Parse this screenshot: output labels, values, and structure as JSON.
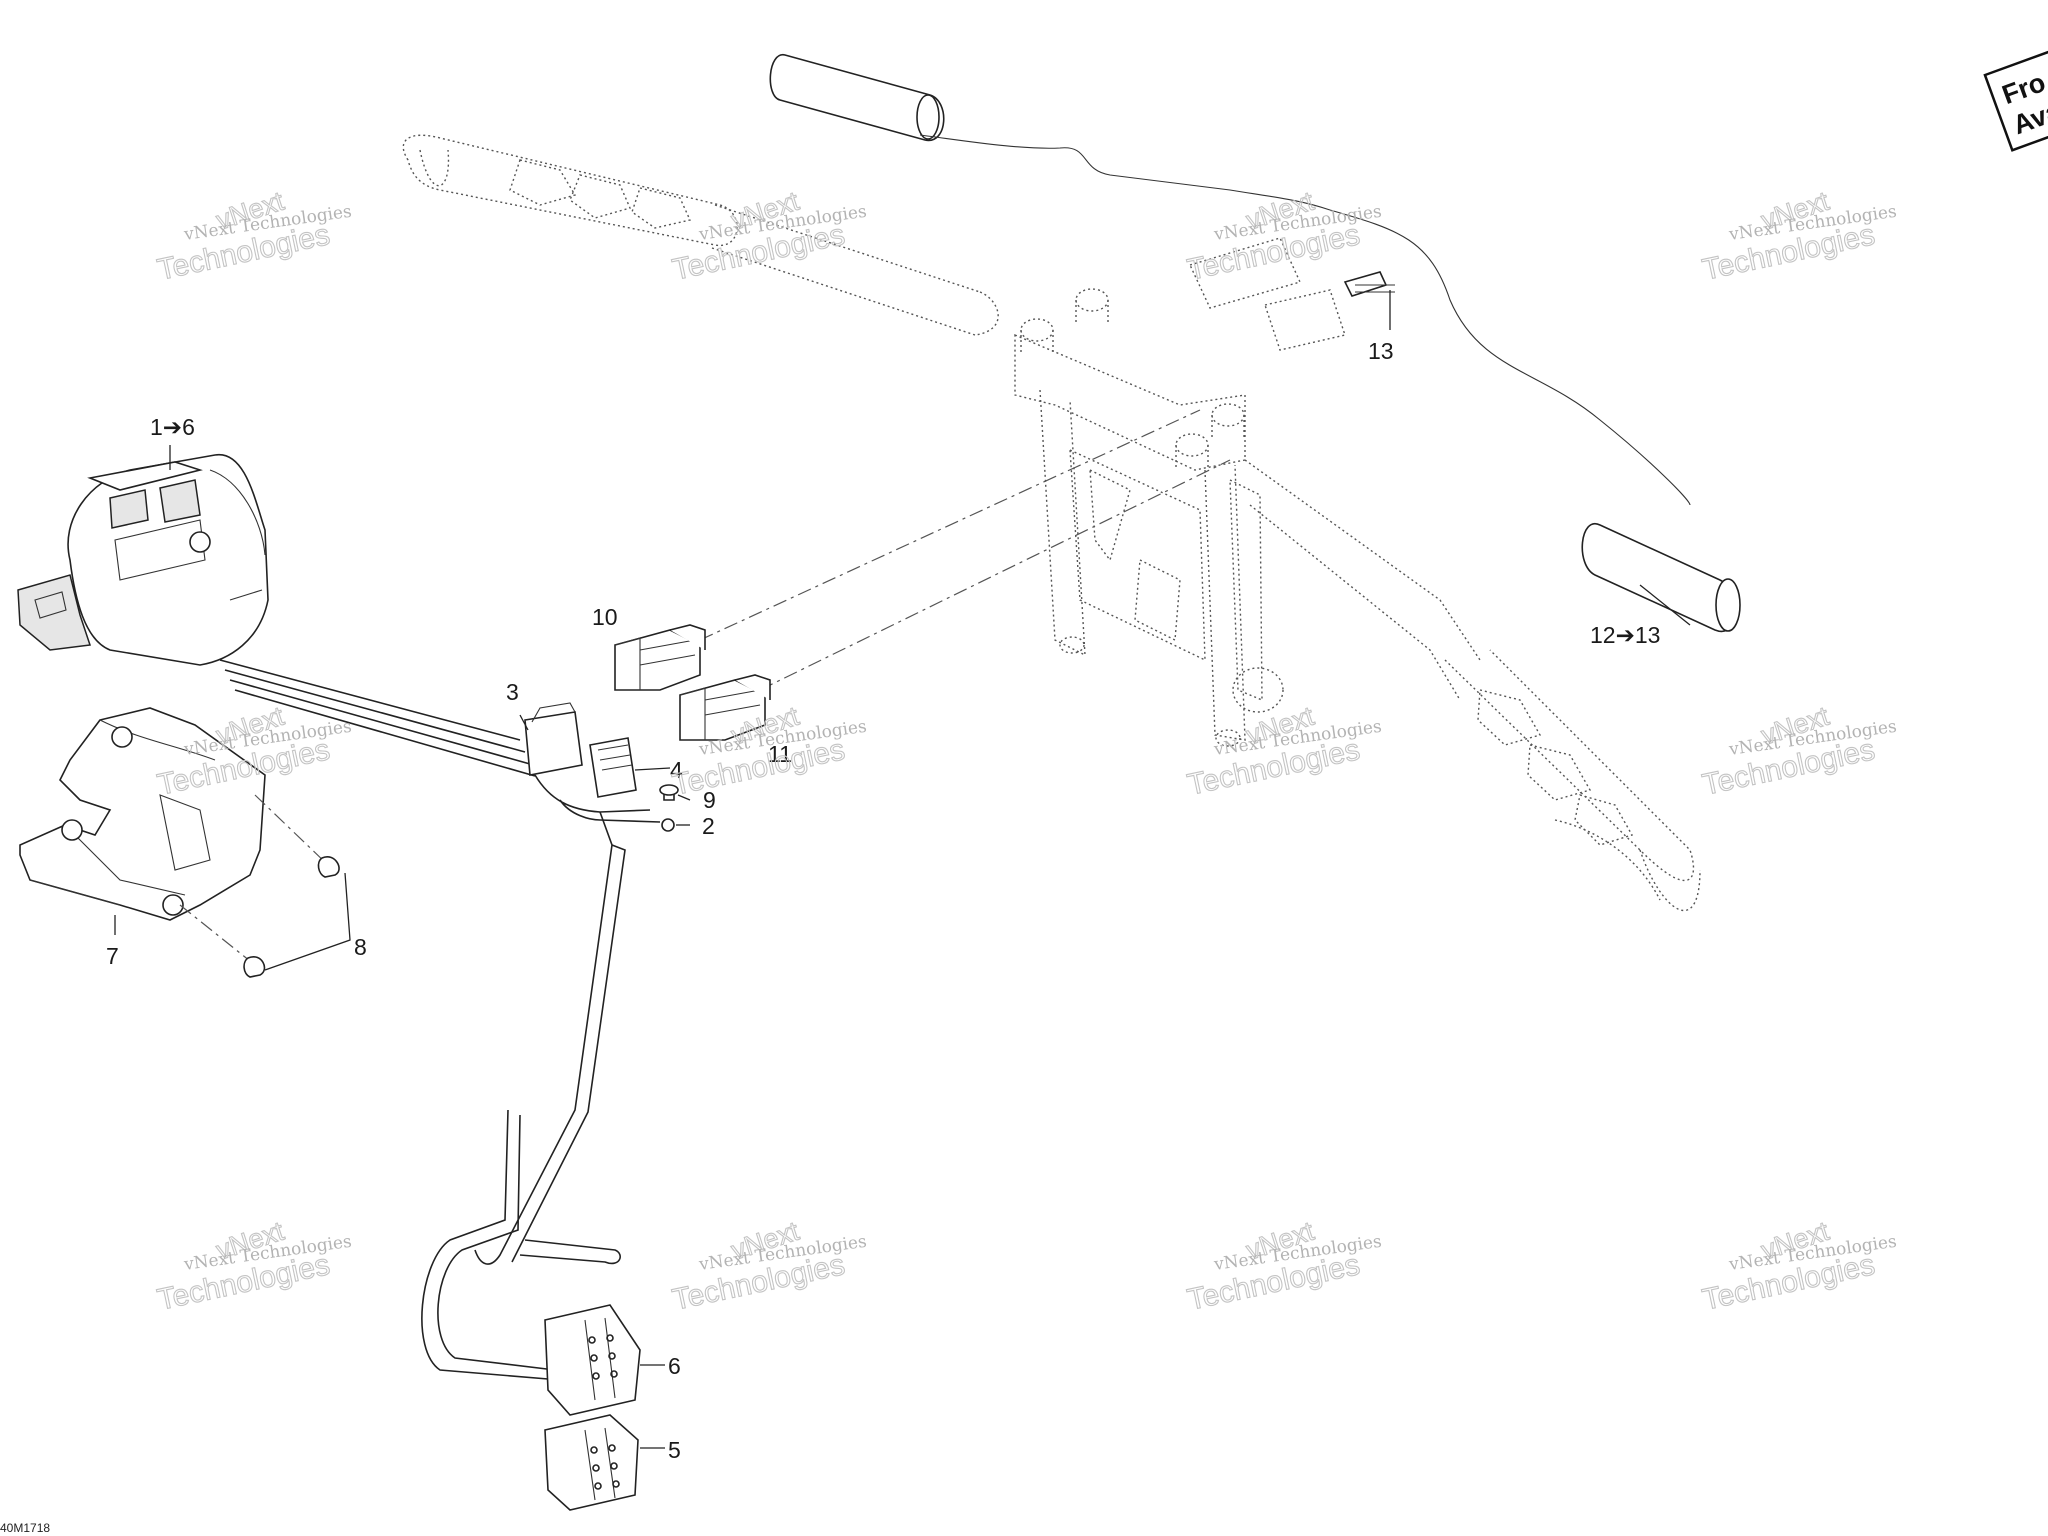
{
  "diagram": {
    "callouts": [
      {
        "id": "1-6",
        "label": "1➔6"
      },
      {
        "id": "2",
        "label": "2"
      },
      {
        "id": "3",
        "label": "3"
      },
      {
        "id": "4",
        "label": "4"
      },
      {
        "id": "5",
        "label": "5"
      },
      {
        "id": "6",
        "label": "6"
      },
      {
        "id": "7",
        "label": "7"
      },
      {
        "id": "8",
        "label": "8"
      },
      {
        "id": "9",
        "label": "9"
      },
      {
        "id": "10",
        "label": "10"
      },
      {
        "id": "11",
        "label": "11"
      },
      {
        "id": "12-13",
        "label": "12➔13"
      },
      {
        "id": "13",
        "label": "13"
      }
    ],
    "watermark": {
      "line1": "vNext",
      "line2": "vNext Technologies",
      "line3": "Technologies"
    },
    "front_stamp": {
      "line1": "Fro",
      "line2": "Ava"
    },
    "drawing_ref": "40M1718"
  }
}
